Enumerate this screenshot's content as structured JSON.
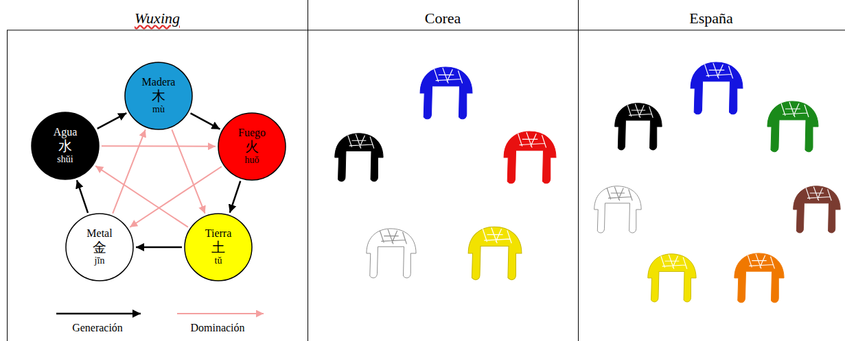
{
  "diagram": {
    "nodes": [
      {
        "text": [
          "Madera",
          "木",
          "mù"
        ]
      },
      {
        "text": [
          "Agua",
          "水",
          "shǔi"
        ]
      },
      {
        "text": [
          "Fuego",
          "火",
          "huǒ"
        ]
      },
      {
        "text": [
          "Metal",
          "金",
          "jīn"
        ]
      },
      {
        "text": [
          "Tierra",
          "土",
          "tǔ"
        ]
      }
    ],
    "edges": [
      {
        "from": 0,
        "to": 2,
        "arrow": "to"
      },
      {
        "from": 2,
        "to": 4,
        "arrow": "to"
      },
      {
        "from": 4,
        "to": 3,
        "arrow": "to"
      },
      {
        "from": 3,
        "to": 1,
        "arrow": "to"
      },
      {
        "from": 1,
        "to": 0,
        "arrow": "to"
      },
      {
        "from": 0,
        "to": 4,
        "arrow": "to"
      },
      {
        "from": 4,
        "to": 1,
        "arrow": "to"
      },
      {
        "from": 1,
        "to": 2,
        "arrow": "to"
      },
      {
        "from": 2,
        "to": 3,
        "arrow": "to"
      },
      {
        "from": 3,
        "to": 0,
        "arrow": "to"
      }
    ],
    "labels": [
      "Wuxing",
      "Corea",
      "España"
    ],
    "legend": [
      {
        "text": "Generación"
      },
      {
        "text": "Dominación"
      }
    ]
  }
}
